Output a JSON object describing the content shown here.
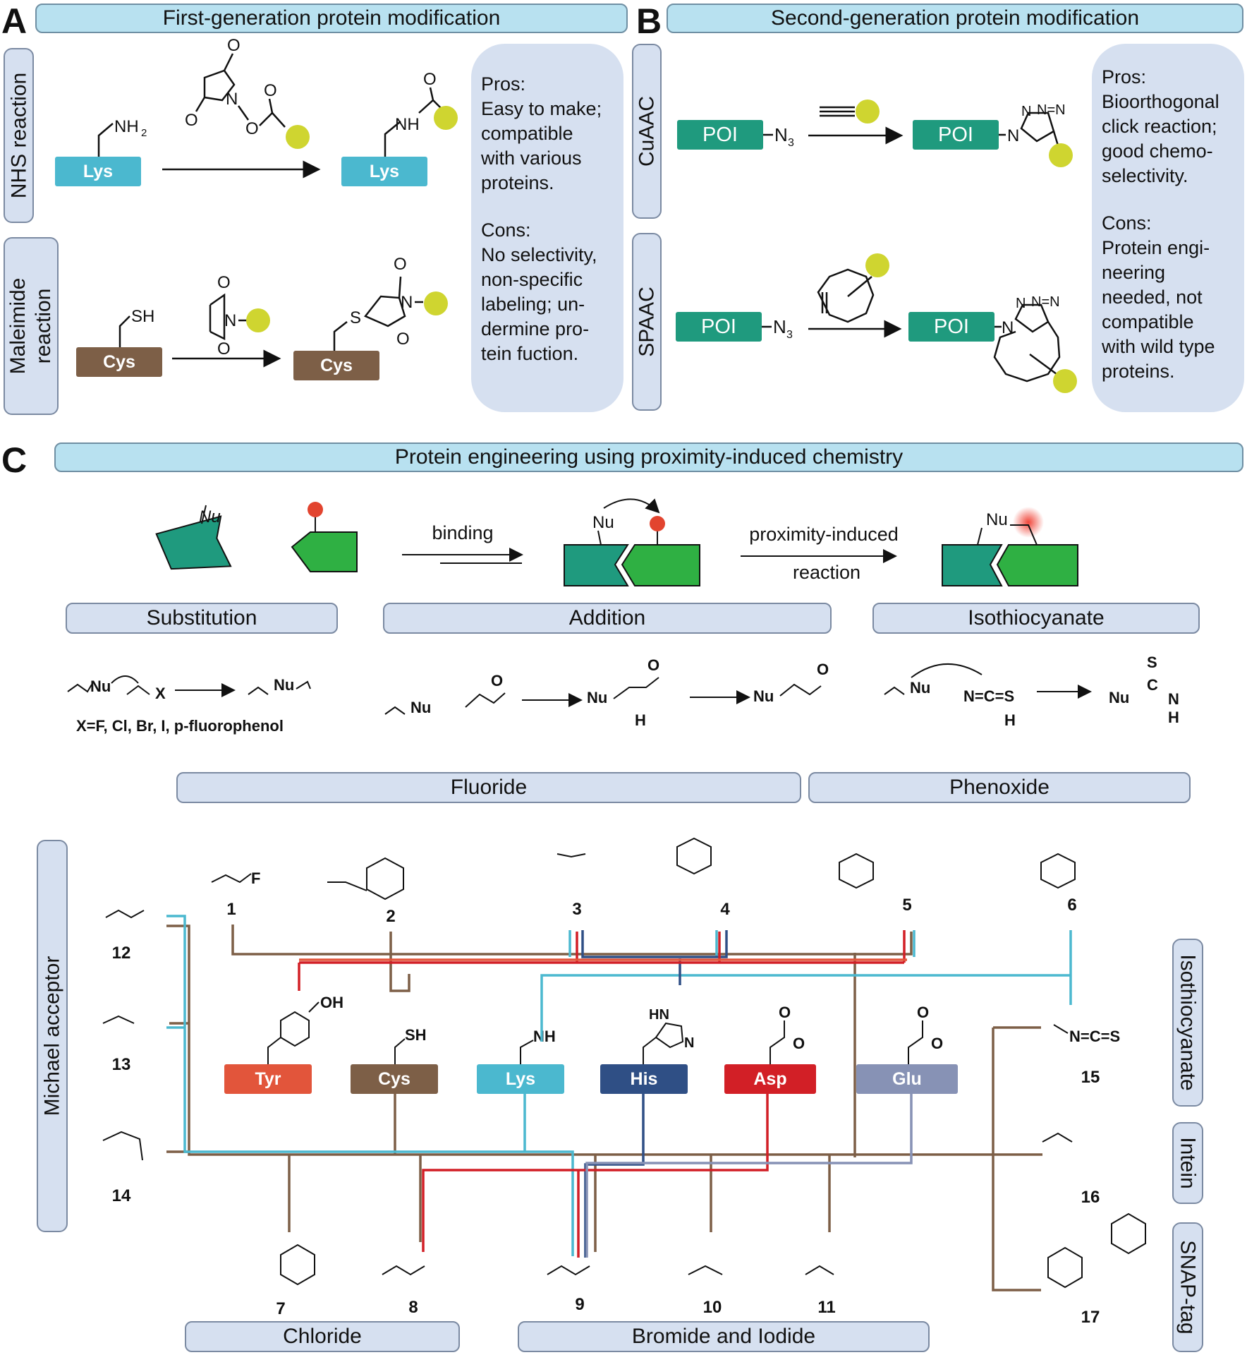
{
  "panels": {
    "a": {
      "letter": "A",
      "title": "First-generation protein modification",
      "rows": [
        {
          "label": "NHS reaction",
          "residue": "Lys",
          "color": "#4bb8cf"
        },
        {
          "label_line1": "Maleimide",
          "label_line2": "reaction",
          "residue": "Cys",
          "color": "#7d5f47"
        }
      ],
      "pros_heading": "Pros:",
      "pros_lines": [
        "Easy to make;",
        "compatible",
        "with various",
        "proteins."
      ],
      "cons_heading": "Cons:",
      "cons_lines": [
        "No selectivity,",
        "non-specific",
        "labeling; un-",
        "dermine pro-",
        "tein fuction."
      ]
    },
    "b": {
      "letter": "B",
      "title": "Second-generation protein modification",
      "rows": [
        {
          "label": "CuAAC",
          "protein": "POI"
        },
        {
          "label": "SPAAC",
          "protein": "POI"
        }
      ],
      "pros_heading": "Pros:",
      "pros_lines": [
        "Bioorthogonal",
        "click reaction;",
        "good chemo-",
        "selectivity."
      ],
      "cons_heading": "Cons:",
      "cons_lines": [
        "Protein engi-",
        "neering",
        "needed, not",
        "compatible",
        "with wild type",
        "proteins."
      ]
    },
    "c": {
      "letter": "C",
      "title": "Protein engineering using proximity-induced chemistry",
      "scheme": {
        "binding": "binding",
        "reaction_line1": "proximity-induced",
        "reaction_line2": "reaction",
        "nucleophile": "Nu"
      },
      "mechanisms": {
        "substitution": "Substitution",
        "addition": "Addition",
        "isothiocyanate": "Isothiocyanate",
        "leaving_groups": "X=F, Cl, Br, I, p-fluorophenol"
      },
      "categories": {
        "fluoride": "Fluoride",
        "phenoxide": "Phenoxide",
        "michael": "Michael acceptor",
        "isothiocyanate": "Isothiocyanate",
        "intein": "Intein",
        "snap": "SNAP-tag",
        "chloride": "Chloride",
        "bromide_iodide": "Bromide and Iodide"
      },
      "residues": [
        {
          "name": "Tyr",
          "color": "#e2553b"
        },
        {
          "name": "Cys",
          "color": "#7d5f47"
        },
        {
          "name": "Lys",
          "color": "#4bb8cf"
        },
        {
          "name": "His",
          "color": "#2f4f85"
        },
        {
          "name": "Asp",
          "color": "#d21f26"
        },
        {
          "name": "Glu",
          "color": "#8792b5"
        }
      ],
      "compound_numbers": [
        "1",
        "2",
        "3",
        "4",
        "5",
        "6",
        "7",
        "8",
        "9",
        "10",
        "11",
        "12",
        "13",
        "14",
        "15",
        "16",
        "17"
      ]
    }
  }
}
